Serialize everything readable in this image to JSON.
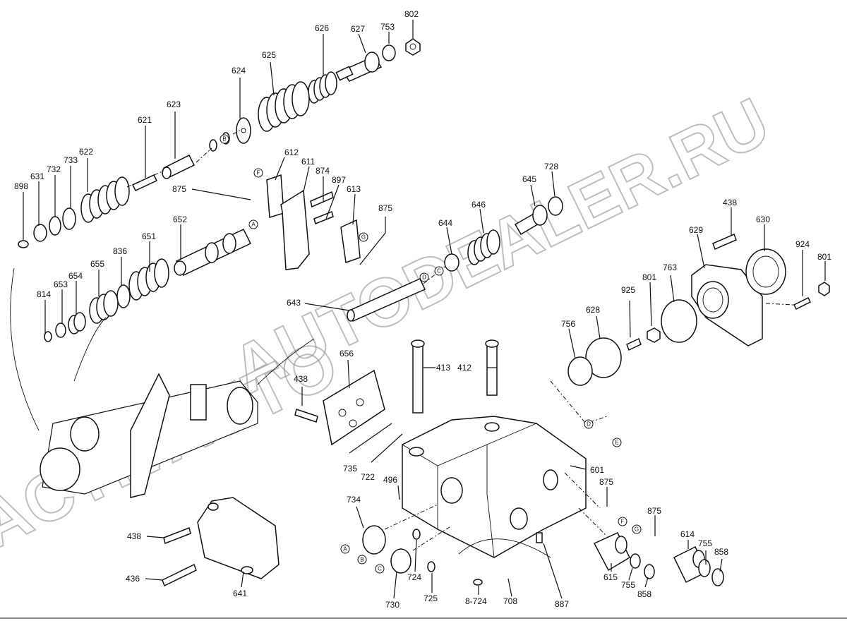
{
  "watermarks": [
    "AUTODEALER.RU",
    "ACTIVAUTO"
  ],
  "callout_letters": [
    "A",
    "B",
    "C",
    "D",
    "E",
    "F",
    "G"
  ],
  "labels": [
    {
      "id": "802",
      "text": "802"
    },
    {
      "id": "753",
      "text": "753"
    },
    {
      "id": "627",
      "text": "627"
    },
    {
      "id": "626",
      "text": "626"
    },
    {
      "id": "625",
      "text": "625"
    },
    {
      "id": "624",
      "text": "624"
    },
    {
      "id": "623",
      "text": "623"
    },
    {
      "id": "621",
      "text": "621"
    },
    {
      "id": "622",
      "text": "622"
    },
    {
      "id": "733",
      "text": "733"
    },
    {
      "id": "732",
      "text": "732"
    },
    {
      "id": "631",
      "text": "631"
    },
    {
      "id": "898",
      "text": "898"
    },
    {
      "id": "612",
      "text": "612"
    },
    {
      "id": "611",
      "text": "611"
    },
    {
      "id": "874",
      "text": "874"
    },
    {
      "id": "897",
      "text": "897"
    },
    {
      "id": "613",
      "text": "613"
    },
    {
      "id": "875a",
      "text": "875"
    },
    {
      "id": "875b",
      "text": "875"
    },
    {
      "id": "652",
      "text": "652"
    },
    {
      "id": "651",
      "text": "651"
    },
    {
      "id": "836",
      "text": "836"
    },
    {
      "id": "655",
      "text": "655"
    },
    {
      "id": "654",
      "text": "654"
    },
    {
      "id": "653",
      "text": "653"
    },
    {
      "id": "814",
      "text": "814"
    },
    {
      "id": "728",
      "text": "728"
    },
    {
      "id": "645",
      "text": "645"
    },
    {
      "id": "646",
      "text": "646"
    },
    {
      "id": "644",
      "text": "644"
    },
    {
      "id": "643",
      "text": "643"
    },
    {
      "id": "438a",
      "text": "438"
    },
    {
      "id": "630",
      "text": "630"
    },
    {
      "id": "629",
      "text": "629"
    },
    {
      "id": "924",
      "text": "924"
    },
    {
      "id": "801a",
      "text": "801"
    },
    {
      "id": "763",
      "text": "763"
    },
    {
      "id": "801b",
      "text": "801"
    },
    {
      "id": "925",
      "text": "925"
    },
    {
      "id": "628",
      "text": "628"
    },
    {
      "id": "756",
      "text": "756"
    },
    {
      "id": "656",
      "text": "656"
    },
    {
      "id": "413",
      "text": "413"
    },
    {
      "id": "412",
      "text": "412"
    },
    {
      "id": "438b",
      "text": "438"
    },
    {
      "id": "735",
      "text": "735"
    },
    {
      "id": "722",
      "text": "722"
    },
    {
      "id": "496",
      "text": "496"
    },
    {
      "id": "601",
      "text": "601"
    },
    {
      "id": "875c",
      "text": "875"
    },
    {
      "id": "734",
      "text": "734"
    },
    {
      "id": "875d",
      "text": "875"
    },
    {
      "id": "614",
      "text": "614"
    },
    {
      "id": "755a",
      "text": "755"
    },
    {
      "id": "858a",
      "text": "858"
    },
    {
      "id": "438c",
      "text": "438"
    },
    {
      "id": "436",
      "text": "436"
    },
    {
      "id": "641",
      "text": "641"
    },
    {
      "id": "730",
      "text": "730"
    },
    {
      "id": "724",
      "text": "724"
    },
    {
      "id": "725",
      "text": "725"
    },
    {
      "id": "8-724",
      "text": "8-724"
    },
    {
      "id": "708",
      "text": "708"
    },
    {
      "id": "887",
      "text": "887"
    },
    {
      "id": "615",
      "text": "615"
    },
    {
      "id": "755b",
      "text": "755"
    },
    {
      "id": "858b",
      "text": "858"
    }
  ]
}
